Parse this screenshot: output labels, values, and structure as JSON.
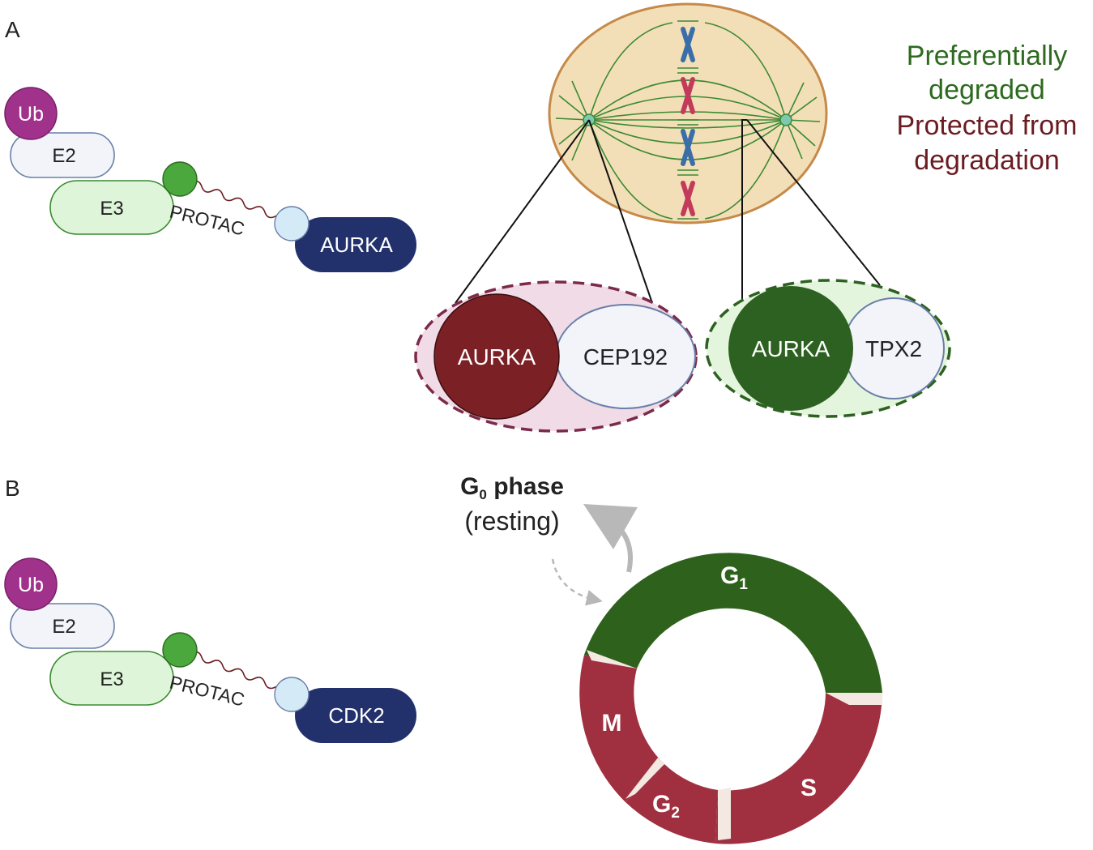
{
  "panel_a": {
    "label": "A",
    "ubiquitin": "Ub",
    "e2": "E2",
    "e3": "E3",
    "linker": "PROTAC",
    "target": "AURKA",
    "complex_left": {
      "kinase": "AURKA",
      "partner": "CEP192"
    },
    "complex_right": {
      "kinase": "AURKA",
      "partner": "TPX2"
    },
    "legend": {
      "preferential_line1": "Preferentially",
      "preferential_line2": "degraded",
      "protected_line1": "Protected from",
      "protected_line2": "degradation"
    }
  },
  "panel_b": {
    "label": "B",
    "ubiquitin": "Ub",
    "e2": "E2",
    "e3": "E3",
    "linker": "PROTAC",
    "target": "CDK2",
    "g0": {
      "letter": "G",
      "subscript": "0",
      "word": " phase",
      "note": "(resting)"
    },
    "phases": [
      {
        "letter": "G",
        "subscript": "1"
      },
      {
        "letter": "S",
        "subscript": ""
      },
      {
        "letter": "G",
        "subscript": "2"
      },
      {
        "letter": "M",
        "subscript": ""
      }
    ]
  },
  "colors": {
    "ub": "#a0328c",
    "e2_fill": "#f2f4fa",
    "e3_fill": "#dff5d9",
    "ligand_green": "#4aa83c",
    "ligand_blue": "#d4ebf7",
    "target_navy": "#22306b",
    "cell_fill": "#f3dfb7",
    "cell_edge": "#c58a4a",
    "spindle": "#3a8a32",
    "aurka_protected": "#7b2025",
    "aurka_degraded": "#2d6121",
    "preferential_text": "#2d6a1f",
    "protected_text": "#6b1c22",
    "cycle_green": "#2e621c",
    "cycle_red": "#a03040"
  }
}
